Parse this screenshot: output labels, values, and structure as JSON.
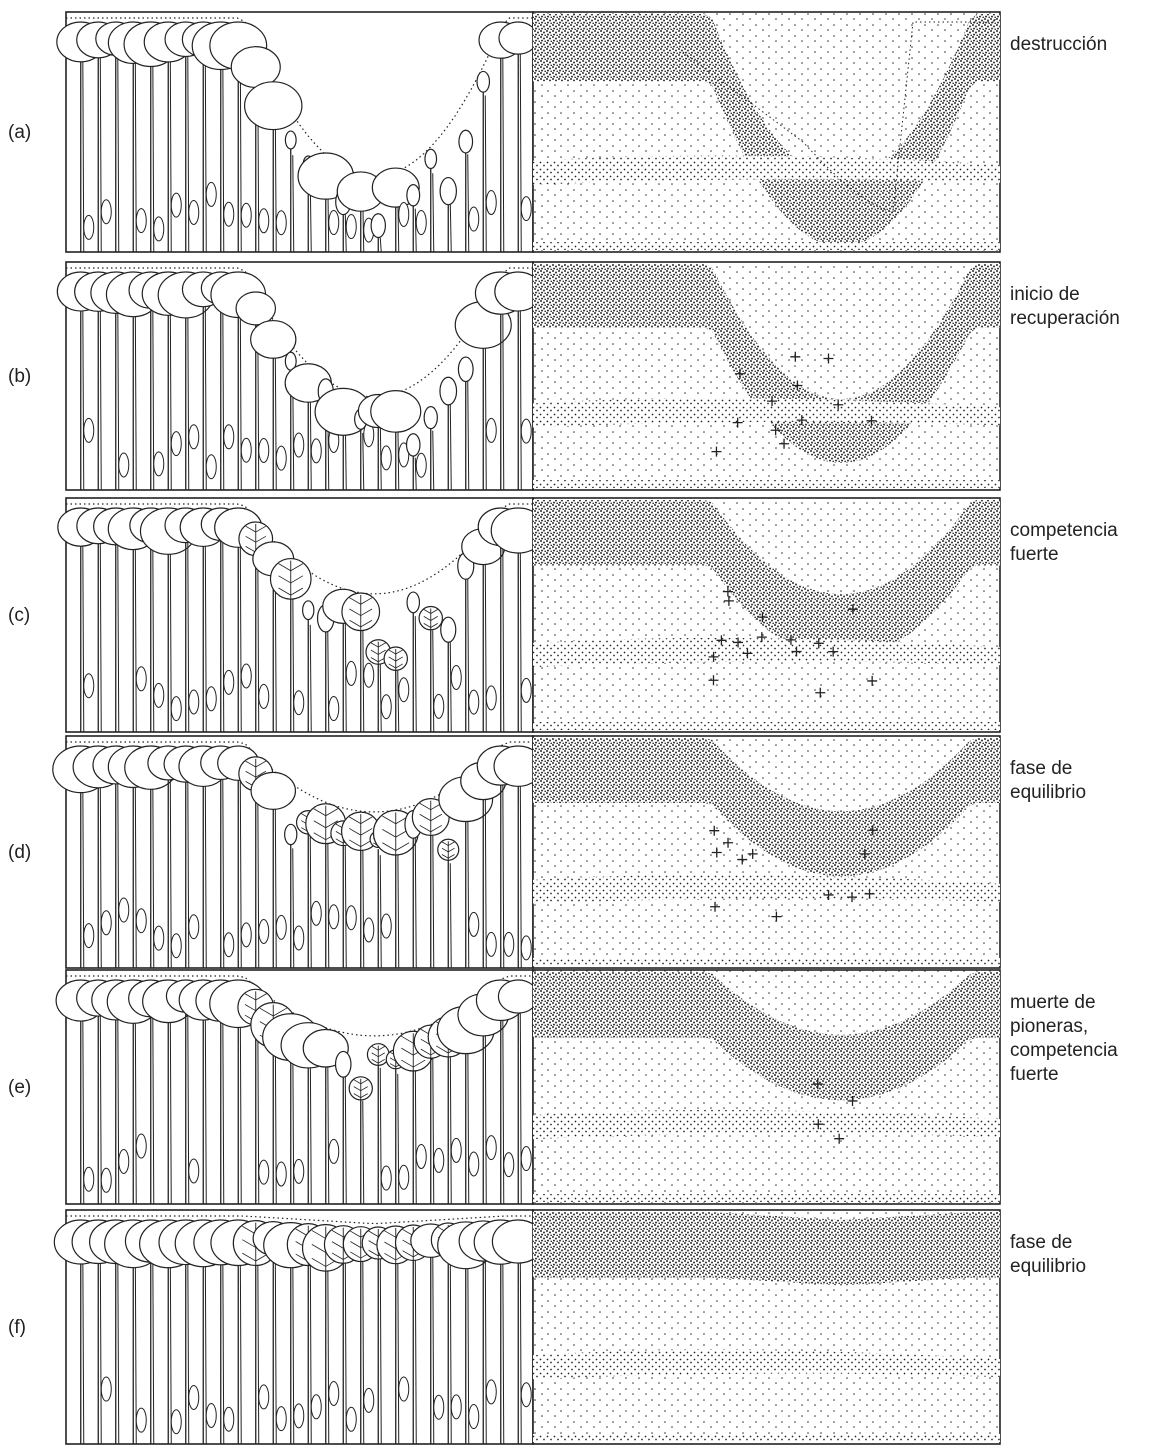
{
  "panels": [
    {
      "letter": "(a)",
      "caption": [
        "destrucción"
      ],
      "gap_depth": 0.72,
      "gap_shape": "open"
    },
    {
      "letter": "(b)",
      "caption": [
        "inicio de",
        "recuperación"
      ],
      "gap_depth": 0.62,
      "gap_shape": "u"
    },
    {
      "letter": "(c)",
      "caption": [
        "competencia",
        "fuerte"
      ],
      "gap_depth": 0.42,
      "gap_shape": "u"
    },
    {
      "letter": "(d)",
      "caption": [
        "fase de",
        "equilibrio"
      ],
      "gap_depth": 0.33,
      "gap_shape": "u"
    },
    {
      "letter": "(e)",
      "caption": [
        "muerte de",
        "pioneras,",
        "competencia",
        "fuerte"
      ],
      "gap_depth": 0.28,
      "gap_shape": "u"
    },
    {
      "letter": "(f)",
      "caption": [
        "fase de",
        "equilibrio"
      ],
      "gap_depth": 0.06,
      "gap_shape": "flat"
    }
  ],
  "colors": {
    "ink": "#222222",
    "paper": "#ffffff"
  }
}
